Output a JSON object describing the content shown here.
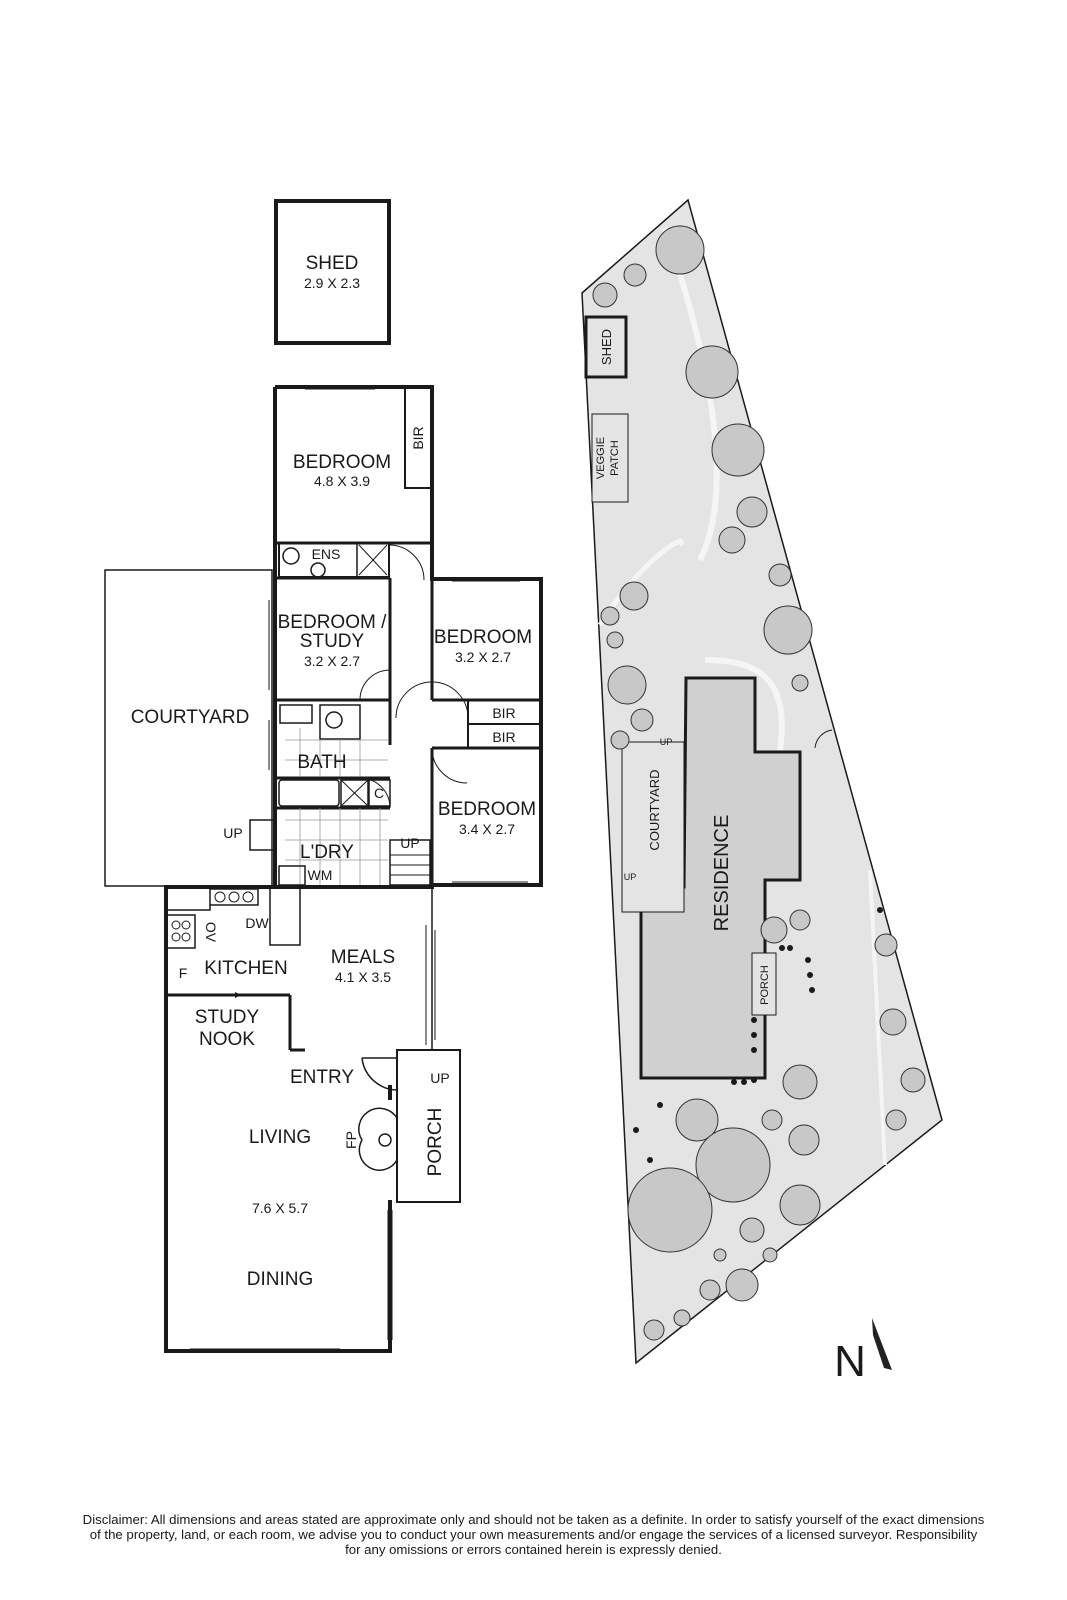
{
  "floorplan": {
    "rooms": [
      {
        "label": "SHED",
        "dims": "2.9 X 2.3"
      },
      {
        "label": "BEDROOM",
        "dims": "4.8 X 3.9"
      },
      {
        "label": "BEDROOM /",
        "label2": "STUDY",
        "dims": "3.2 X 2.7"
      },
      {
        "label": "BEDROOM",
        "dims": "3.2 X 2.7"
      },
      {
        "label": "BEDROOM",
        "dims": "3.4 X 2.7"
      },
      {
        "label": "MEALS",
        "dims": "4.1 X 3.5"
      },
      {
        "label": "KITCHEN"
      },
      {
        "label": "STUDY",
        "label2": "NOOK"
      },
      {
        "label": "ENTRY"
      },
      {
        "label": "LIVING",
        "dims": "7.6 X 5.7"
      },
      {
        "label": "DINING"
      },
      {
        "label": "COURTYARD"
      },
      {
        "label": "BATH"
      },
      {
        "label": "L'DRY"
      },
      {
        "label": "PORCH"
      }
    ],
    "fixtures": {
      "ens": "ENS",
      "bir": "BIR",
      "c": "C",
      "wm": "WM",
      "dw": "DW",
      "f": "F",
      "ov": "OV",
      "fp": "FP",
      "up": "UP"
    }
  },
  "siteplan": {
    "labels": {
      "shed": "SHED",
      "veggie1": "VEGGIE",
      "veggie2": "PATCH",
      "courtyard": "COURTYARD",
      "residence": "RESIDENCE",
      "porch": "PORCH",
      "up": "UP"
    },
    "north": "N"
  },
  "disclaimer": {
    "line1": "Disclaimer: All dimensions and areas stated are approximate only and should not be taken as a definite. In order to satisfy yourself of the exact dimensions",
    "line2": "of the property, land, or each room, we advise you to conduct your own measurements and/or engage the services of a licensed surveyor. Responsibility",
    "line3": "for any omissions or errors contained herein is expressly denied."
  },
  "colors": {
    "wall": "#1a1a1a",
    "site_fill": "#e4e4e4",
    "residence_fill": "#d0d0d0"
  }
}
